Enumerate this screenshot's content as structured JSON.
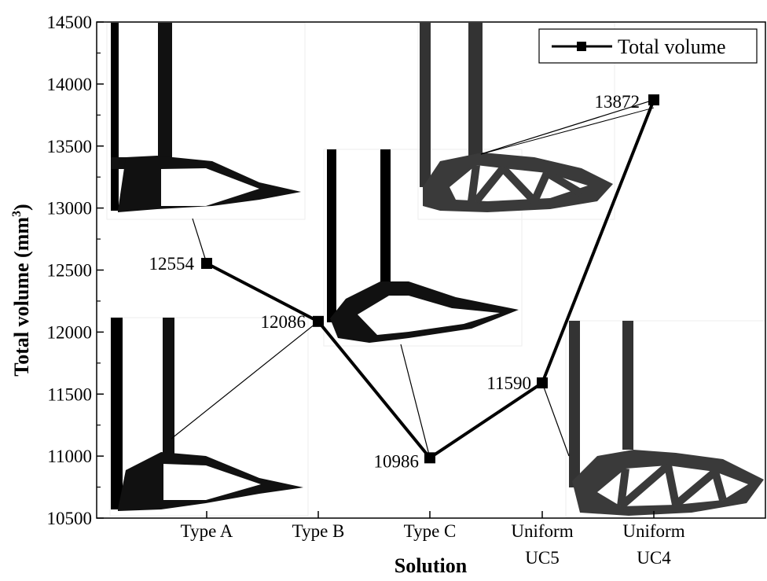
{
  "chart_data": {
    "type": "line",
    "categories": [
      "Type A",
      "Type B",
      "Type C",
      "Uniform UC5",
      "Uniform UC4"
    ],
    "category_lines": [
      [
        "Type A"
      ],
      [
        "Type B"
      ],
      [
        "Type C"
      ],
      [
        "Uniform",
        "UC5"
      ],
      [
        "Uniform",
        "UC4"
      ]
    ],
    "series": [
      {
        "name": "Total volume",
        "values": [
          12554,
          12086,
          10986,
          11590,
          13872
        ],
        "color": "#000000",
        "marker": "square"
      }
    ],
    "data_labels": [
      "12554",
      "12086",
      "10986",
      "11590",
      "13872"
    ],
    "xlabel": "Solution",
    "ylabel_main": "Total volume (mm",
    "ylabel_sup": "3",
    "ylabel_end": ")",
    "ylim": [
      10500,
      14500
    ],
    "yticks": [
      10500,
      11000,
      11500,
      12000,
      12500,
      13000,
      13500,
      14000,
      14500
    ],
    "grid": false,
    "legend_position": "top-right",
    "inset_images": [
      "Type A topology",
      "Type B topology",
      "Type C topology",
      "Uniform UC5 topology",
      "Uniform UC4 topology"
    ]
  }
}
